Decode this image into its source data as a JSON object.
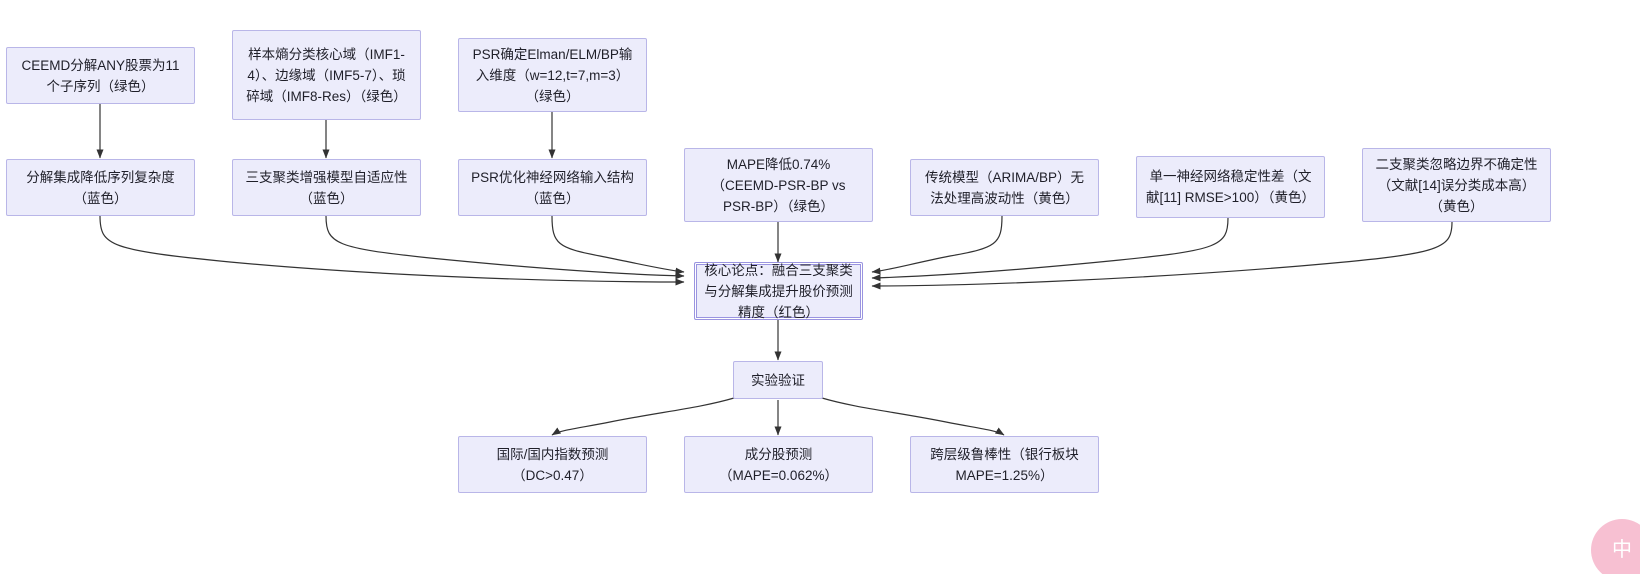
{
  "diagram": {
    "title": "",
    "background": "#ffffff",
    "node_fill": "#ececfb",
    "node_border": "#b9b6e8",
    "edge_color": "#333333",
    "core_border": "#9a94e0",
    "watermark_color": "#f4a8c2"
  },
  "nodes": {
    "evidence_row": [
      {
        "id": "ceemd",
        "label": "CEEMD分解ANY股票为11个子序列（绿色）"
      },
      {
        "id": "sample-entropy",
        "label": "样本熵分类核心域（IMF1-4）、边缘域（IMF5-7）、琐碎域（IMF8-Res）（绿色）"
      },
      {
        "id": "psr-dim",
        "label": "PSR确定Elman/ELM/BP输入维度（w=12,t=7,m=3）（绿色）"
      }
    ],
    "claim_row": [
      {
        "id": "decomp-complexity",
        "label": "分解集成降低序列复杂度（蓝色）"
      },
      {
        "id": "three-way-adapt",
        "label": "三支聚类增强模型自适应性（蓝色）"
      },
      {
        "id": "psr-structure",
        "label": "PSR优化神经网络输入结构（蓝色）"
      },
      {
        "id": "mape-drop",
        "label": "MAPE降低0.74%（CEEMD-PSR-BP vs PSR-BP）（绿色）"
      },
      {
        "id": "arima-limit",
        "label": "传统模型（ARIMA/BP）无法处理高波动性（黄色）"
      },
      {
        "id": "nn-instability",
        "label": "单一神经网络稳定性差（文献[11] RMSE>100）（黄色）"
      },
      {
        "id": "two-way-boundary",
        "label": "二支聚类忽略边界不确定性（文献[14]误分类成本高）（黄色）"
      }
    ],
    "core": {
      "id": "core-claim",
      "label": "核心论点：融合三支聚类与分解集成提升股价预测精度（红色）"
    },
    "validation": {
      "id": "experiment-validation",
      "label": "实验验证"
    },
    "result_row": [
      {
        "id": "index-forecast",
        "label": "国际/国内指数预测（DC>0.47）"
      },
      {
        "id": "constituent-forecast",
        "label": "成分股预测（MAPE=0.062%）"
      },
      {
        "id": "cross-level-robust",
        "label": "跨层级鲁棒性（银行板块MAPE=1.25%）"
      }
    ]
  },
  "watermark": {
    "text": "中"
  }
}
